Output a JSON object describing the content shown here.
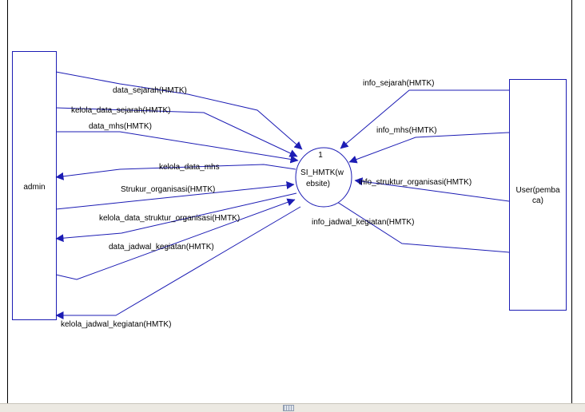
{
  "diagram": {
    "colors": {
      "stroke": "#1c1cb4",
      "text": "#000000",
      "background": "#ffffff"
    },
    "entities": {
      "admin": "admin",
      "user_line1": "User(pemba",
      "user_line2": "ca)"
    },
    "process": {
      "number": "1",
      "name_line1": "SI_HMTK(w",
      "name_line2": "ebsite)"
    },
    "flows": {
      "data_sejarah": "data_sejarah(HMTK)",
      "kelola_data_sejarah": "kelola_data_sejarah(HMTK)",
      "data_mhs": "data_mhs(HMTK)",
      "kelola_data_mhs": "kelola_data_mhs",
      "strukur_organisasi": "Strukur_organisasi(HMTK)",
      "kelola_data_struktur_organisasi": "kelola_data_struktur_organisasi(HMTK)",
      "data_jadwal_kegiatan": "data_jadwal_kegiatan(HMTK)",
      "kelola_jadwal_kegiatan": "kelola_jadwal_kegiatan(HMTK)",
      "info_sejarah": "info_sejarah(HMTK)",
      "info_mhs": "info_mhs(HMTK)",
      "info_struktur_organisasi": "info_struktur_organisasi(HMTK)",
      "info_jadwal_kegiatan": "info_jadwal_kegiatan(HMTK)"
    }
  }
}
